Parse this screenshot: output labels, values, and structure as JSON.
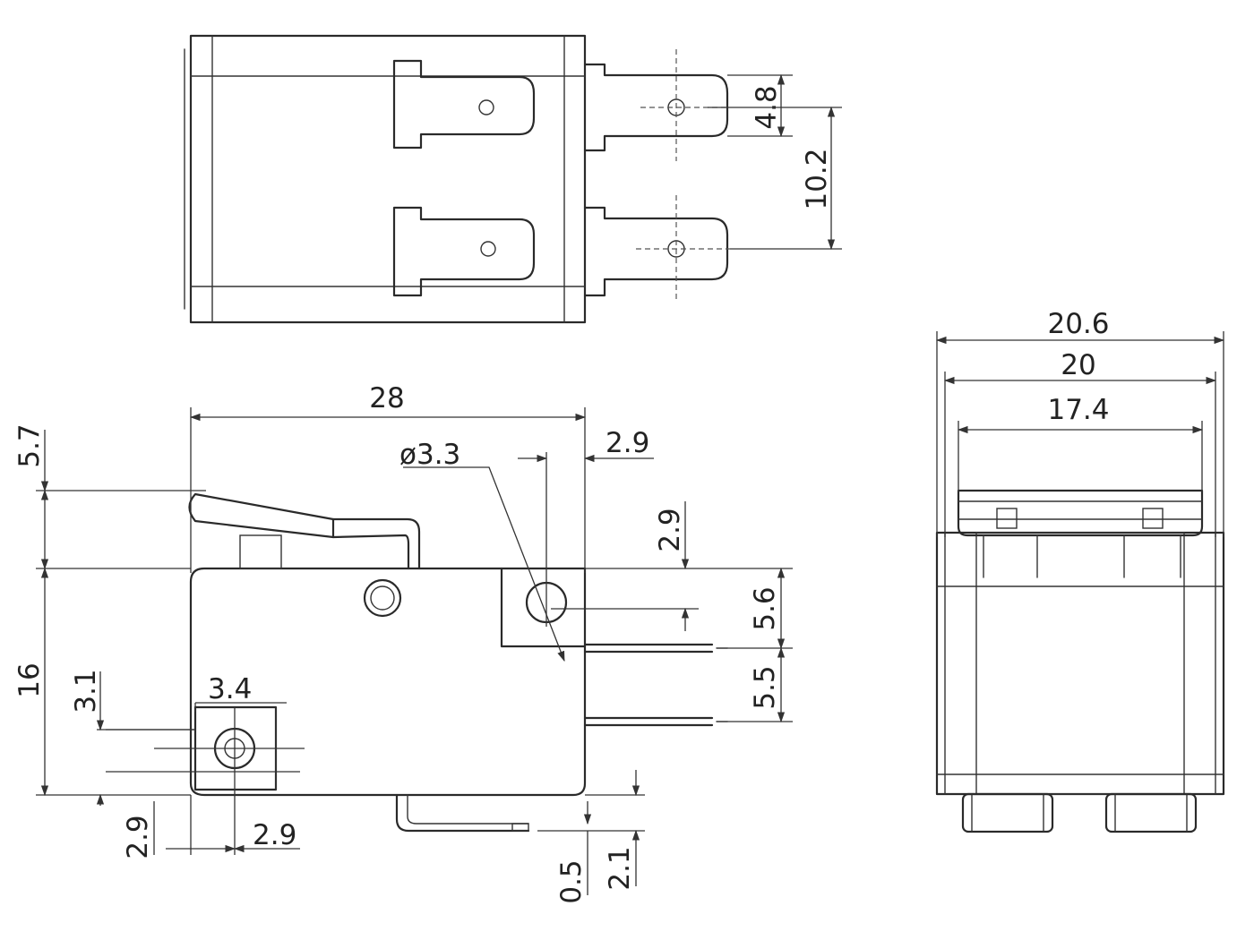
{
  "dimensions": {
    "top_terminal_width": "4.8",
    "top_terminal_pitch": "10.2",
    "body_length": "28",
    "hole_diameter": "ø3.3",
    "hole_offset_x": "2.9",
    "hole_offset_y": "2.9",
    "lever_height": "5.7",
    "body_height": "16",
    "terminal_spacing_upper": "5.6",
    "terminal_spacing_lower": "5.5",
    "lower_hole_height": "3.1",
    "lower_tab_width": "3.4",
    "lower_tab_bottom": "2.9",
    "lower_hole_offset": "2.9",
    "bottom_gap": "0.5",
    "bottom_terminal_depth": "2.1",
    "overall_width": "20.6",
    "body_width": "20",
    "inner_width": "17.4"
  }
}
